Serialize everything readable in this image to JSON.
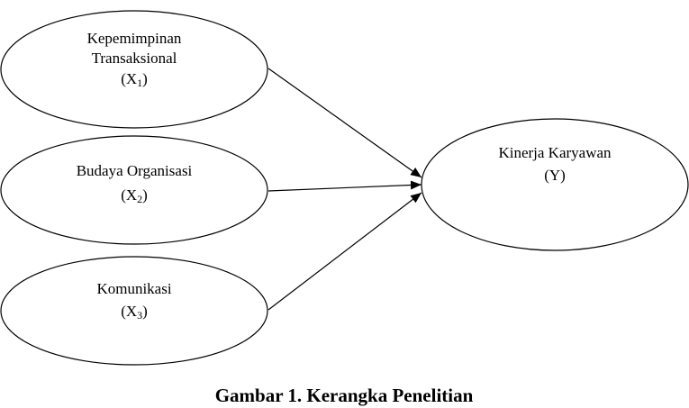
{
  "nodes": {
    "x1": {
      "line1": "Kepemimpinan",
      "line2": "Transaksional",
      "var_open": "(X",
      "var_sub": "1",
      "var_close": ")"
    },
    "x2": {
      "line1": "Budaya Organisasi",
      "var_open": "(X",
      "var_sub": "2",
      "var_close": ")"
    },
    "x3": {
      "line1": "Komunikasi",
      "var_open": "(X",
      "var_sub": "3",
      "var_close": ")"
    },
    "y": {
      "line1": "Kinerja Karyawan",
      "var": "(Y)"
    }
  },
  "edges": [
    {
      "from": "x1",
      "to": "y"
    },
    {
      "from": "x2",
      "to": "y"
    },
    {
      "from": "x3",
      "to": "y"
    }
  ],
  "caption": "Gambar 1. Kerangka Penelitian",
  "colors": {
    "stroke": "#000000",
    "background": "#ffffff"
  }
}
